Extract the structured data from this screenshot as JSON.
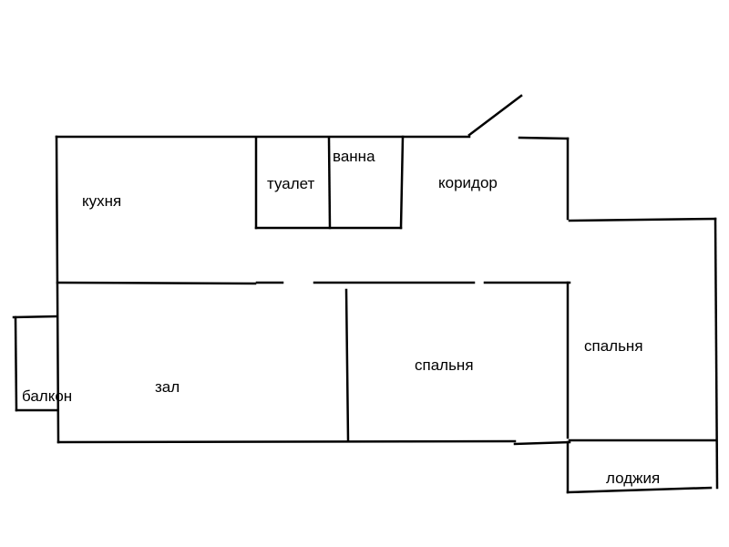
{
  "rooms": {
    "kitchen": "кухня",
    "toilet": "туалет",
    "bathroom": "ванна",
    "corridor": "коридор",
    "hall": "зал",
    "balcony": "балкон",
    "bedroom_middle": "спальня",
    "bedroom_right": "спальня",
    "loggia": "лоджия"
  },
  "colors": {
    "line": "#000000",
    "background": "#ffffff"
  }
}
